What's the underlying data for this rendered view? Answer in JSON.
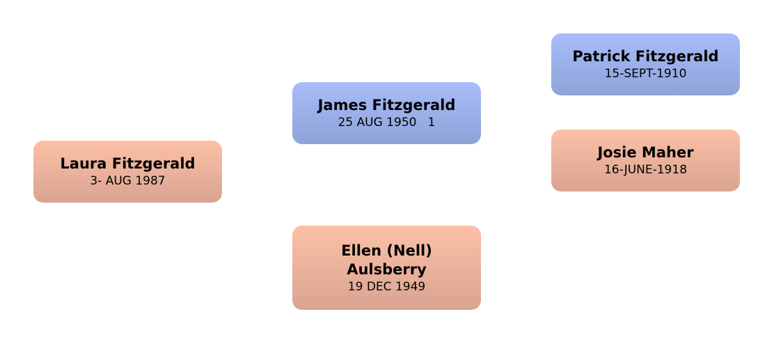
{
  "people": {
    "laura": {
      "name": "Laura Fitzgerald",
      "date": "3- AUG 1987"
    },
    "james": {
      "name": "James Fitzgerald",
      "date": "25 AUG 1950   1"
    },
    "ellen": {
      "name": "Ellen (Nell) Aulsberry",
      "date": "19 DEC 1949"
    },
    "patrick": {
      "name": "Patrick Fitzgerald",
      "date": "15-SEPT-1910"
    },
    "josie": {
      "name": "Josie Maher",
      "date": "16-JUNE-1918"
    }
  },
  "colors": {
    "male": "#a8bdf9",
    "female": "#fcc0a7"
  }
}
